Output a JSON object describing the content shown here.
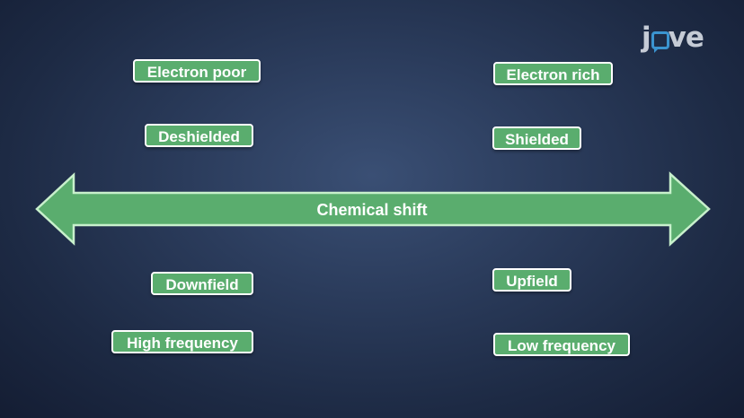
{
  "logo": {
    "text": "jove"
  },
  "labels": {
    "electron_poor": "Electron poor",
    "electron_rich": "Electron rich",
    "deshielded": "Deshielded",
    "shielded": "Shielded",
    "downfield": "Downfield",
    "upfield": "Upfield",
    "high_frequency": "High frequency",
    "low_frequency": "Low frequency"
  },
  "arrow": {
    "label": "Chemical shift",
    "fill_color": "#5aad6e",
    "stroke_color": "#c8f0cc"
  },
  "colors": {
    "tag_fill": "#5aad6e",
    "background": "#24324f"
  }
}
